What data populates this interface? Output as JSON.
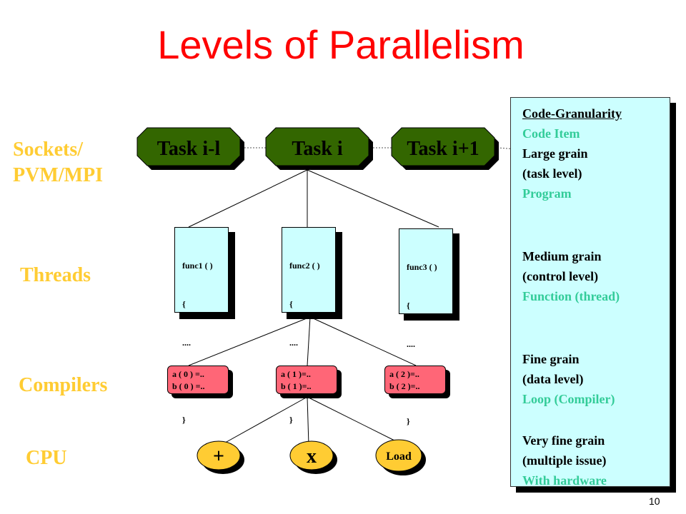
{
  "title": "Levels of Parallelism",
  "levels": {
    "sockets": [
      "Sockets/",
      "PVM/MPI"
    ],
    "threads": "Threads",
    "compilers": "Compilers",
    "cpu": "CPU"
  },
  "tasks": [
    "Task i-l",
    "Task i",
    "Task i+1"
  ],
  "funcs": [
    {
      "name": "func1 ( )",
      "lines": [
        "{",
        "....",
        "....",
        "}"
      ]
    },
    {
      "name": "func2 ( )",
      "lines": [
        "{",
        "....",
        "....",
        "}"
      ]
    },
    {
      "name": "func3 ( )",
      "lines": [
        "{",
        "....",
        "....",
        "}"
      ]
    }
  ],
  "compiler_ops": [
    {
      "line1": "a ( 0 ) =..",
      "line2": "b ( 0 ) =.."
    },
    {
      "line1": "a ( 1 )=..",
      "line2": "b ( 1 )=.."
    },
    {
      "line1": "a ( 2 )=..",
      "line2": "b ( 2 )=.."
    }
  ],
  "cpu_ops": [
    "+",
    "x",
    "Load"
  ],
  "granularity": {
    "heading": "Code-Granularity",
    "subheading": "Code Item",
    "groups": [
      {
        "lines": [
          "Large grain",
          "(task level)"
        ],
        "item": "Program"
      },
      {
        "lines": [
          "Medium grain",
          "(control level)"
        ],
        "item": "Function (thread)"
      },
      {
        "lines": [
          "Fine grain",
          "(data level)"
        ],
        "item": "Loop (Compiler)"
      },
      {
        "lines": [
          "Very fine grain",
          "(multiple issue)"
        ],
        "item": "With hardware"
      }
    ]
  },
  "page_number": "10",
  "colors": {
    "title": "#ff0000",
    "level_label": "#ffcc33",
    "task_fill": "#336600",
    "func_fill": "#ccffff",
    "compiler_fill": "#ff6677",
    "cpu_fill": "#ffcc33",
    "code_item": "#33cc99"
  }
}
